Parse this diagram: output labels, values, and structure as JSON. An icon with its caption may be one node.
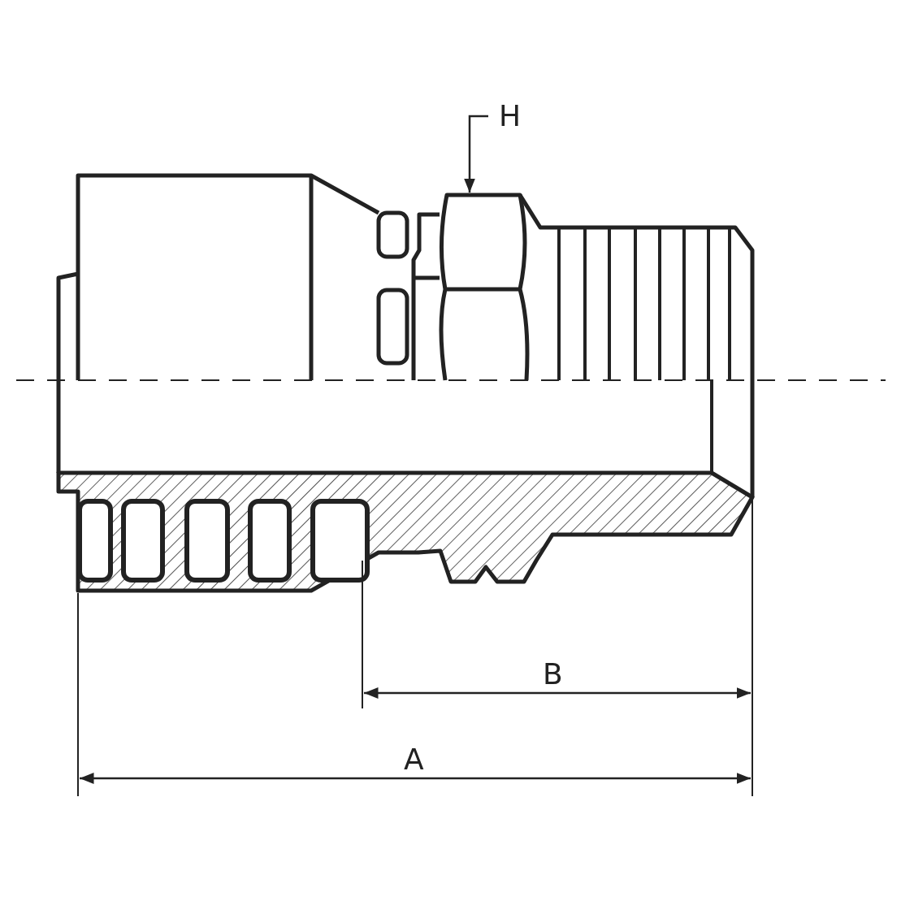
{
  "diagram": {
    "nodes": [
      {
        "text": [
          "H"
        ]
      },
      {
        "text": [],
        "shape": "picture"
      }
    ],
    "edges": [
      {
        "from": 0,
        "to": 1,
        "arrow": "to"
      }
    ],
    "labels": [
      "B",
      "A"
    ]
  }
}
